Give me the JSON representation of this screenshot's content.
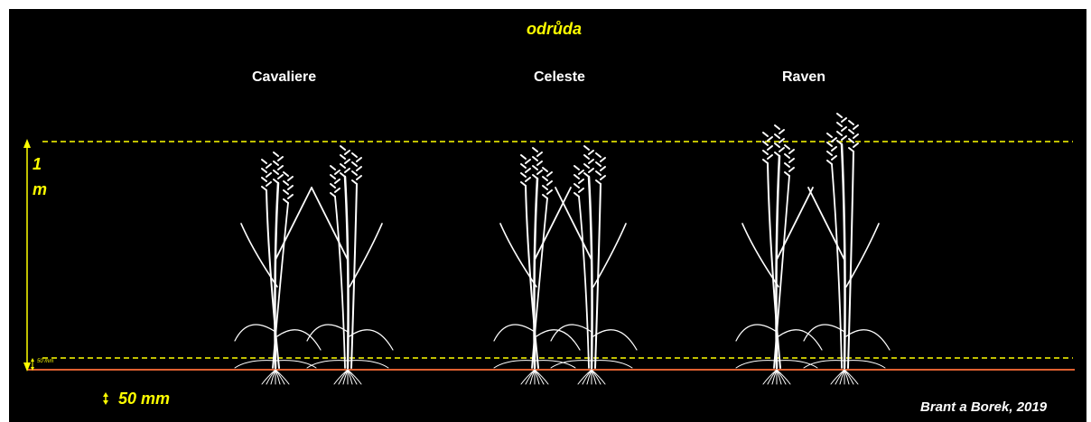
{
  "title": "odrůda",
  "varieties": [
    "Cavaliere",
    "Celeste",
    "Raven"
  ],
  "scale": {
    "meter_label": "1 m",
    "small_label": "50 mm",
    "legend_label": "50 mm"
  },
  "credit": "Brant a Borek, 2019",
  "colors": {
    "background": "#000000",
    "scale": "#ffff00",
    "ground": "#e06030",
    "plant": "#ffffff"
  }
}
